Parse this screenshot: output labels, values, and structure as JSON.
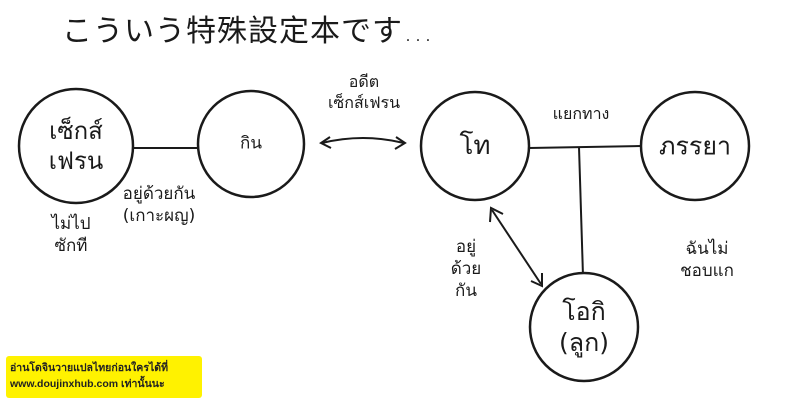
{
  "title": "こういう特殊設定本です…",
  "nodes": {
    "sex_friend": {
      "line1": "เซ็กส์",
      "line2": "เฟรน"
    },
    "eat": "กิน",
    "toh": "โท",
    "wife": "ภรรยา",
    "oki": {
      "line1": "โอกิ",
      "line2": "(ลูก)"
    }
  },
  "labels": {
    "ex": {
      "line1": "อดีต",
      "line2": "เซ็กส์เฟรน"
    },
    "live_together": {
      "line1": "อยู่ด้วยกัน",
      "line2": "(เกาะผญ)"
    },
    "never_went": {
      "line1": "ไม่ไป",
      "line2": "ซักที"
    },
    "separated": "แยกทาง",
    "oki_live": {
      "line1": "อยู่",
      "line2": "ด้วย",
      "line3": "กัน"
    },
    "dont_love": {
      "line1": "ฉันไม่",
      "line2": "ชอบแก"
    }
  },
  "badge": {
    "line1": "อ่านโดจินวายแปลไทยก่อนใครได้ที่",
    "line2": "www.doujinxhub.com  เท่านั้นนะ"
  },
  "colors": {
    "stroke": "#1a1a1a",
    "badge": "#fff200"
  }
}
